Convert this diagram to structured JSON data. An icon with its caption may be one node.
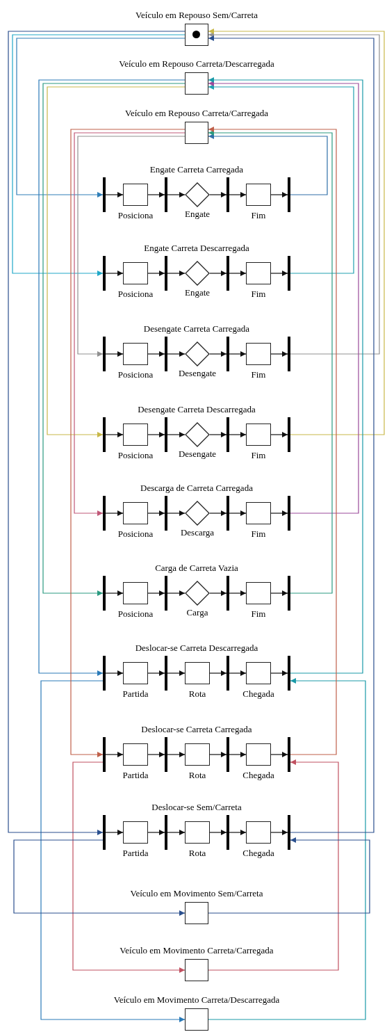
{
  "diagram": {
    "nodes": [
      {
        "text": [
          "Veículo em Repouso Sem/Carreta"
        ]
      },
      {
        "text": [
          "Veículo em Repouso Carreta/Descarregada"
        ]
      },
      {
        "text": [
          "Veículo em Repouso Carreta/Carregada"
        ]
      },
      {
        "text": [],
        "shape": "bar"
      },
      {
        "text": [
          "Posiciona"
        ]
      },
      {
        "text": [],
        "shape": "bar"
      },
      {
        "text": [
          "Engate"
        ]
      },
      {
        "text": [],
        "shape": "bar"
      },
      {
        "text": [
          "Fim"
        ]
      },
      {
        "text": [],
        "shape": "bar"
      },
      {
        "text": [],
        "shape": "bar"
      },
      {
        "text": [
          "Posiciona"
        ]
      },
      {
        "text": [],
        "shape": "bar"
      },
      {
        "text": [
          "Engate"
        ]
      },
      {
        "text": [],
        "shape": "bar"
      },
      {
        "text": [
          "Fim"
        ]
      },
      {
        "text": [],
        "shape": "bar"
      },
      {
        "text": [],
        "shape": "bar"
      },
      {
        "text": [
          "Posiciona"
        ]
      },
      {
        "text": [],
        "shape": "bar"
      },
      {
        "text": [
          "Desengate"
        ]
      },
      {
        "text": [],
        "shape": "bar"
      },
      {
        "text": [
          "Fim"
        ]
      },
      {
        "text": [],
        "shape": "bar"
      },
      {
        "text": [],
        "shape": "bar"
      },
      {
        "text": [
          "Posiciona"
        ]
      },
      {
        "text": [],
        "shape": "bar"
      },
      {
        "text": [
          "Desengate"
        ]
      },
      {
        "text": [],
        "shape": "bar"
      },
      {
        "text": [
          "Fim"
        ]
      },
      {
        "text": [],
        "shape": "bar"
      },
      {
        "text": [],
        "shape": "bar"
      },
      {
        "text": [
          "Posiciona"
        ]
      },
      {
        "text": [],
        "shape": "bar"
      },
      {
        "text": [
          "Descarga"
        ]
      },
      {
        "text": [],
        "shape": "bar"
      },
      {
        "text": [
          "Fim"
        ]
      },
      {
        "text": [],
        "shape": "bar"
      },
      {
        "text": [],
        "shape": "bar"
      },
      {
        "text": [
          "Posiciona"
        ]
      },
      {
        "text": [],
        "shape": "bar"
      },
      {
        "text": [
          "Carga"
        ]
      },
      {
        "text": [],
        "shape": "bar"
      },
      {
        "text": [
          "Fim"
        ]
      },
      {
        "text": [],
        "shape": "bar"
      },
      {
        "text": [],
        "shape": "bar"
      },
      {
        "text": [
          "Partida"
        ]
      },
      {
        "text": [],
        "shape": "bar"
      },
      {
        "text": [
          "Rota"
        ]
      },
      {
        "text": [],
        "shape": "bar"
      },
      {
        "text": [
          "Chegada"
        ]
      },
      {
        "text": [],
        "shape": "bar"
      },
      {
        "text": [],
        "shape": "bar"
      },
      {
        "text": [
          "Partida"
        ]
      },
      {
        "text": [],
        "shape": "bar"
      },
      {
        "text": [
          "Rota"
        ]
      },
      {
        "text": [],
        "shape": "bar"
      },
      {
        "text": [
          "Chegada"
        ]
      },
      {
        "text": [],
        "shape": "bar"
      },
      {
        "text": [],
        "shape": "bar"
      },
      {
        "text": [
          "Partida"
        ]
      },
      {
        "text": [],
        "shape": "bar"
      },
      {
        "text": [
          "Rota"
        ]
      },
      {
        "text": [],
        "shape": "bar"
      },
      {
        "text": [
          "Chegada"
        ]
      },
      {
        "text": [],
        "shape": "bar"
      },
      {
        "text": [
          "Veículo em Movimento Sem/Carreta"
        ]
      },
      {
        "text": [
          "Veículo em Movimento Carreta/Carregada"
        ]
      },
      {
        "text": [
          "Veículo em Movimento Carreta/Descarregada"
        ]
      }
    ],
    "edges": [
      {
        "from": 3,
        "to": 4,
        "arrow": "to"
      },
      {
        "from": 4,
        "to": 5,
        "arrow": "to"
      },
      {
        "from": 5,
        "to": 6,
        "arrow": "to"
      },
      {
        "from": 6,
        "to": 7,
        "arrow": "to"
      },
      {
        "from": 7,
        "to": 8,
        "arrow": "to"
      },
      {
        "from": 8,
        "to": 9,
        "arrow": "to"
      },
      {
        "from": 10,
        "to": 11,
        "arrow": "to"
      },
      {
        "from": 11,
        "to": 12,
        "arrow": "to"
      },
      {
        "from": 12,
        "to": 13,
        "arrow": "to"
      },
      {
        "from": 13,
        "to": 14,
        "arrow": "to"
      },
      {
        "from": 14,
        "to": 15,
        "arrow": "to"
      },
      {
        "from": 15,
        "to": 16,
        "arrow": "to"
      },
      {
        "from": 17,
        "to": 18,
        "arrow": "to"
      },
      {
        "from": 18,
        "to": 19,
        "arrow": "to"
      },
      {
        "from": 19,
        "to": 20,
        "arrow": "to"
      },
      {
        "from": 20,
        "to": 21,
        "arrow": "to"
      },
      {
        "from": 21,
        "to": 22,
        "arrow": "to"
      },
      {
        "from": 22,
        "to": 23,
        "arrow": "to"
      },
      {
        "from": 24,
        "to": 25,
        "arrow": "to"
      },
      {
        "from": 25,
        "to": 26,
        "arrow": "to"
      },
      {
        "from": 26,
        "to": 27,
        "arrow": "to"
      },
      {
        "from": 27,
        "to": 28,
        "arrow": "to"
      },
      {
        "from": 28,
        "to": 29,
        "arrow": "to"
      },
      {
        "from": 29,
        "to": 30,
        "arrow": "to"
      },
      {
        "from": 31,
        "to": 32,
        "arrow": "to"
      },
      {
        "from": 32,
        "to": 33,
        "arrow": "to"
      },
      {
        "from": 33,
        "to": 34,
        "arrow": "to"
      },
      {
        "from": 34,
        "to": 35,
        "arrow": "to"
      },
      {
        "from": 35,
        "to": 36,
        "arrow": "to"
      },
      {
        "from": 36,
        "to": 37,
        "arrow": "to"
      },
      {
        "from": 38,
        "to": 39,
        "arrow": "to"
      },
      {
        "from": 39,
        "to": 40,
        "arrow": "to"
      },
      {
        "from": 40,
        "to": 41,
        "arrow": "to"
      },
      {
        "from": 41,
        "to": 42,
        "arrow": "to"
      },
      {
        "from": 42,
        "to": 43,
        "arrow": "to"
      },
      {
        "from": 43,
        "to": 44,
        "arrow": "to"
      },
      {
        "from": 45,
        "to": 46,
        "arrow": "to"
      },
      {
        "from": 46,
        "to": 47,
        "arrow": "to"
      },
      {
        "from": 47,
        "to": 48,
        "arrow": "to"
      },
      {
        "from": 48,
        "to": 49,
        "arrow": "to"
      },
      {
        "from": 49,
        "to": 50,
        "arrow": "to"
      },
      {
        "from": 50,
        "to": 51,
        "arrow": "to"
      },
      {
        "from": 52,
        "to": 53,
        "arrow": "to"
      },
      {
        "from": 53,
        "to": 54,
        "arrow": "to"
      },
      {
        "from": 54,
        "to": 55,
        "arrow": "to"
      },
      {
        "from": 55,
        "to": 56,
        "arrow": "to"
      },
      {
        "from": 56,
        "to": 57,
        "arrow": "to"
      },
      {
        "from": 57,
        "to": 58,
        "arrow": "to"
      },
      {
        "from": 59,
        "to": 60,
        "arrow": "to"
      },
      {
        "from": 60,
        "to": 61,
        "arrow": "to"
      },
      {
        "from": 61,
        "to": 62,
        "arrow": "to"
      },
      {
        "from": 62,
        "to": 63,
        "arrow": "to"
      },
      {
        "from": 63,
        "to": 64,
        "arrow": "to"
      },
      {
        "from": 64,
        "to": 65,
        "arrow": "to"
      },
      {
        "from": 0,
        "to": 3,
        "arrow": "to",
        "color": "#2f7fb8"
      },
      {
        "from": 9,
        "to": 2,
        "arrow": "to",
        "color": "#2f6fa8"
      },
      {
        "from": 0,
        "to": 10,
        "arrow": "to",
        "color": "#20a8c8"
      },
      {
        "from": 16,
        "to": 1,
        "arrow": "to",
        "color": "#20a0b0"
      },
      {
        "from": 2,
        "to": 17,
        "arrow": "to",
        "color": "#909090"
      },
      {
        "from": 23,
        "to": 0,
        "arrow": "to",
        "color": "#909090"
      },
      {
        "from": 1,
        "to": 24,
        "arrow": "to",
        "color": "#c8b848"
      },
      {
        "from": 30,
        "to": 0,
        "arrow": "to",
        "color": "#c8b848"
      },
      {
        "from": 2,
        "to": 31,
        "arrow": "to",
        "color": "#c05878"
      },
      {
        "from": 37,
        "to": 1,
        "arrow": "to",
        "color": "#9a4a9a"
      },
      {
        "from": 1,
        "to": 38,
        "arrow": "to",
        "color": "#2a9a80"
      },
      {
        "from": 44,
        "to": 2,
        "arrow": "to",
        "color": "#2a9a80"
      },
      {
        "from": 1,
        "to": 45,
        "arrow": "to",
        "color": "#2a7ab8"
      },
      {
        "from": 45,
        "to": 68,
        "arrow": "to",
        "color": "#2a7ab8"
      },
      {
        "from": 68,
        "to": 51,
        "arrow": "to",
        "color": "#1a9aa8"
      },
      {
        "from": 51,
        "to": 1,
        "arrow": "to",
        "color": "#1a9aa8"
      },
      {
        "from": 2,
        "to": 52,
        "arrow": "to",
        "color": "#c0604a"
      },
      {
        "from": 52,
        "to": 67,
        "arrow": "to",
        "color": "#c05060"
      },
      {
        "from": 67,
        "to": 58,
        "arrow": "to",
        "color": "#c05060"
      },
      {
        "from": 58,
        "to": 2,
        "arrow": "to",
        "color": "#c0604a"
      },
      {
        "from": 0,
        "to": 59,
        "arrow": "to",
        "color": "#2a4f8e"
      },
      {
        "from": 59,
        "to": 66,
        "arrow": "to",
        "color": "#2a4f8e"
      },
      {
        "from": 66,
        "to": 65,
        "arrow": "to",
        "color": "#2a4f8e"
      },
      {
        "from": 65,
        "to": 0,
        "arrow": "to",
        "color": "#2a4f8e"
      }
    ],
    "labels": [
      "Engate Carreta Carregada",
      "Engate Carreta Descarregada",
      "Desengate Carreta Carregada",
      "Desengate Carreta Descarregada",
      "Descarga de Carreta Carregada",
      "Carga de Carreta Vazia",
      "Deslocar-se Carreta Descarregada",
      "Deslocar-se Carreta Carregada",
      "Deslocar-se Sem/Carreta"
    ]
  }
}
